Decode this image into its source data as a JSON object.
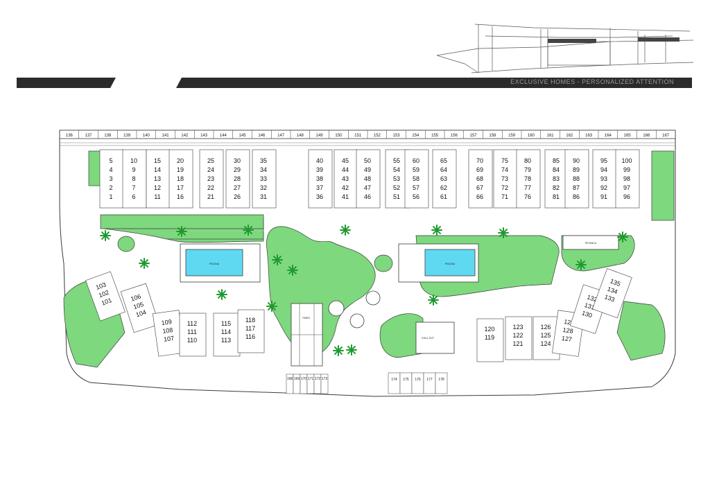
{
  "header": {
    "tagline": "EXCLUSIVE HOMES - PERSONALIZED ATTENTION"
  },
  "colors": {
    "green": "#7ed87e",
    "pool": "#5fd9f2",
    "building": "#ffffff",
    "line": "#3a3a3a",
    "banner": "#2b2b2b"
  },
  "labels": {
    "pool": "PISCINA",
    "padel": "PADEL",
    "petanca": "PETANCA",
    "chillout": "CHILL OUT"
  },
  "parking_top": [
    "136",
    "137",
    "138",
    "139",
    "140",
    "141",
    "142",
    "143",
    "144",
    "145",
    "146",
    "147",
    "148",
    "149",
    "150",
    "151",
    "152",
    "153",
    "154",
    "155",
    "156",
    "157",
    "158",
    "159",
    "160",
    "161",
    "162",
    "163",
    "164",
    "165",
    "166",
    "167"
  ],
  "parking_bottom": [
    "168",
    "169",
    "170",
    "171",
    "172",
    "173"
  ],
  "parking_bottom_right": [
    "174",
    "175",
    "176",
    "177",
    "178"
  ],
  "unit_stacks": [
    [
      "5",
      "4",
      "3",
      "2",
      "1"
    ],
    [
      "10",
      "9",
      "8",
      "7",
      "6"
    ],
    [
      "15",
      "14",
      "13",
      "12",
      "11"
    ],
    [
      "20",
      "19",
      "18",
      "17",
      "16"
    ],
    [
      "25",
      "24",
      "23",
      "22",
      "21"
    ],
    [
      "30",
      "29",
      "28",
      "27",
      "26"
    ],
    [
      "35",
      "34",
      "33",
      "32",
      "31"
    ],
    [
      "40",
      "39",
      "38",
      "37",
      "36"
    ],
    [
      "45",
      "44",
      "43",
      "42",
      "41"
    ],
    [
      "50",
      "49",
      "48",
      "47",
      "46"
    ],
    [
      "55",
      "54",
      "53",
      "52",
      "51"
    ],
    [
      "60",
      "59",
      "58",
      "57",
      "56"
    ],
    [
      "65",
      "64",
      "63",
      "62",
      "61"
    ],
    [
      "70",
      "69",
      "68",
      "67",
      "66"
    ],
    [
      "75",
      "74",
      "73",
      "72",
      "71"
    ],
    [
      "80",
      "79",
      "78",
      "77",
      "76"
    ],
    [
      "85",
      "84",
      "83",
      "82",
      "81"
    ],
    [
      "90",
      "89",
      "88",
      "87",
      "86"
    ],
    [
      "95",
      "94",
      "93",
      "92",
      "91"
    ],
    [
      "100",
      "99",
      "98",
      "97",
      "96"
    ],
    [
      "103",
      "102",
      "101"
    ],
    [
      "106",
      "105",
      "104"
    ],
    [
      "109",
      "108",
      "107"
    ],
    [
      "112",
      "111",
      "110"
    ],
    [
      "115",
      "114",
      "113"
    ],
    [
      "118",
      "117",
      "116"
    ],
    [
      "120",
      "119"
    ],
    [
      "123",
      "122",
      "121"
    ],
    [
      "126",
      "125",
      "124"
    ],
    [
      "129",
      "128",
      "127"
    ],
    [
      "132",
      "131",
      "130"
    ],
    [
      "135",
      "134",
      "133"
    ]
  ]
}
